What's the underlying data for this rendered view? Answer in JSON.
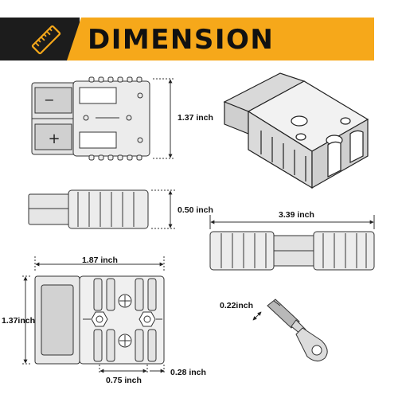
{
  "banner": {
    "title": "DIMENSION",
    "icon": "ruler-icon",
    "colors": {
      "accent": "#f6a81a",
      "dark": "#1c1c1c"
    }
  },
  "dimensions": {
    "top_height": "1.37 inch",
    "side_height": "0.50 inch",
    "total_length": "3.39 inch",
    "face_width": "1.87 inch",
    "face_height": "1.37inch",
    "terminal_width": "0.22inch",
    "bottom_pitch": "0.75 inch",
    "bottom_right": "0.28 inch"
  },
  "symbols": {
    "minus": "−",
    "plus": "+"
  }
}
